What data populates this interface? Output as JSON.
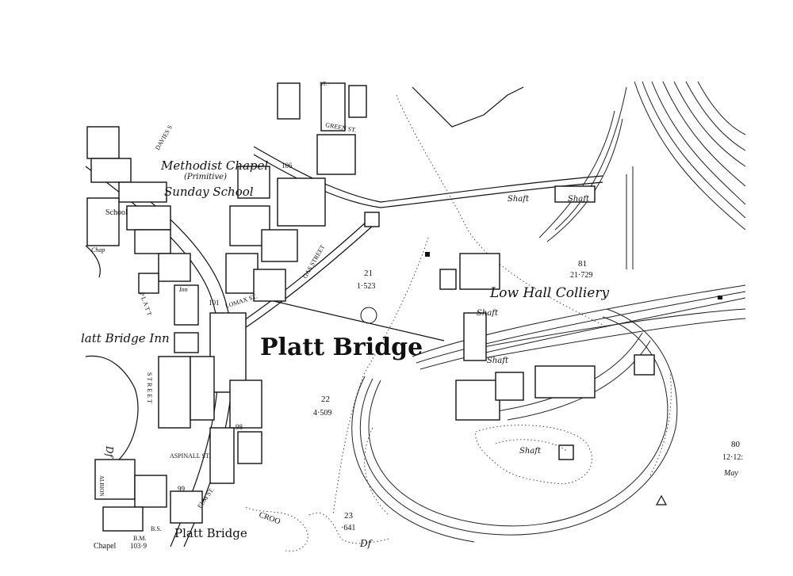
{
  "map": {
    "place_names": {
      "main": "Platt Bridge",
      "village_bottom": "Platt Bridge",
      "inn": "latt Bridge Inn",
      "colliery": "Low Hall Colliery"
    },
    "buildings": {
      "methodist_chapel": "Methodist Chapel",
      "primitive": "(Primitive)",
      "sunday_school": "Sunday School",
      "school": "School",
      "chap": "Chap",
      "chapel": "Chapel",
      "kings_inn": "Inn"
    },
    "streets": {
      "green": "GREEN ST.",
      "davies": "DAVIES S",
      "gas": "GAS STREET",
      "lomax": "LOMAX ST.",
      "platt_left": "P L A T T",
      "street_left": "S T R E E T",
      "aspinall": "ASPINALL ST.",
      "elm": "ELM ST.",
      "albion": "ALBION",
      "st_top": "ST."
    },
    "shafts": [
      "Shaft",
      "Shaft",
      "Shaft",
      "Shaft",
      "Shaft"
    ],
    "parcels": [
      {
        "id": "21",
        "area": "1·523"
      },
      {
        "id": "81",
        "area": "21·729"
      },
      {
        "id": "22",
        "area": "4·509"
      },
      {
        "id": "23",
        "area": "·641"
      },
      {
        "id": "80",
        "area": "12·12:"
      }
    ],
    "spot_heights": [
      "106",
      "101",
      "99",
      "98",
      "103·9"
    ],
    "other_marks": {
      "may": "May",
      "bs": "B.S.",
      "bm": "B.M.",
      "df1": "Df",
      "df2": "Df",
      "brook": "CROO"
    }
  }
}
